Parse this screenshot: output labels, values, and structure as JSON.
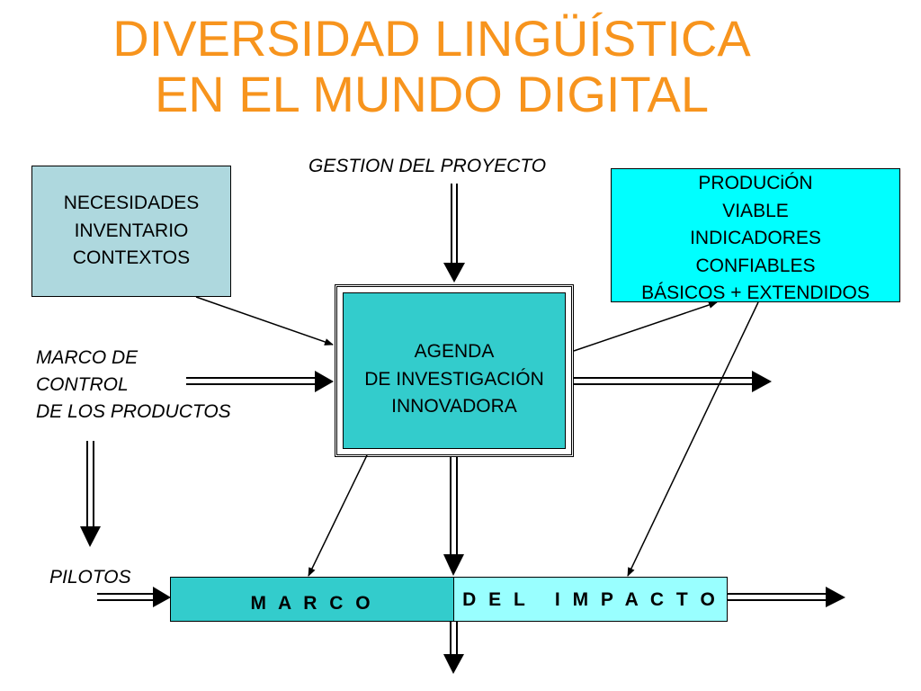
{
  "title": {
    "line1": "DIVERSIDAD LINGÜÍSTICA",
    "line2": "EN EL MUNDO DIGITAL"
  },
  "nodes": {
    "gestion": "GESTION DEL PROYECTO",
    "needs": [
      "NECESIDADES",
      "INVENTARIO",
      "CONTEXTOS"
    ],
    "production": [
      "PRODUCiÓN",
      "VIABLE",
      "INDICADORES",
      "CONFIABLES",
      "BÁSICOS + EXTENDIDOS"
    ],
    "marco_control": [
      "MARCO DE",
      "CONTROL",
      "DE LOS PRODUCTOS"
    ],
    "agenda": [
      "AGENDA",
      "DE INVESTIGACIÓN",
      "INNOVADORA"
    ],
    "pilotos": "PILOTOS",
    "marco": "M A R C O",
    "impacto": "D E L   I M P A C T O"
  },
  "colors": {
    "title": "#F7941D",
    "needs_box": "#AED8DE",
    "production_box": "#00FFFF",
    "agenda_box": "#33CCCC",
    "marco_box": "#33CCCC",
    "impacto_box": "#99FFFF"
  }
}
